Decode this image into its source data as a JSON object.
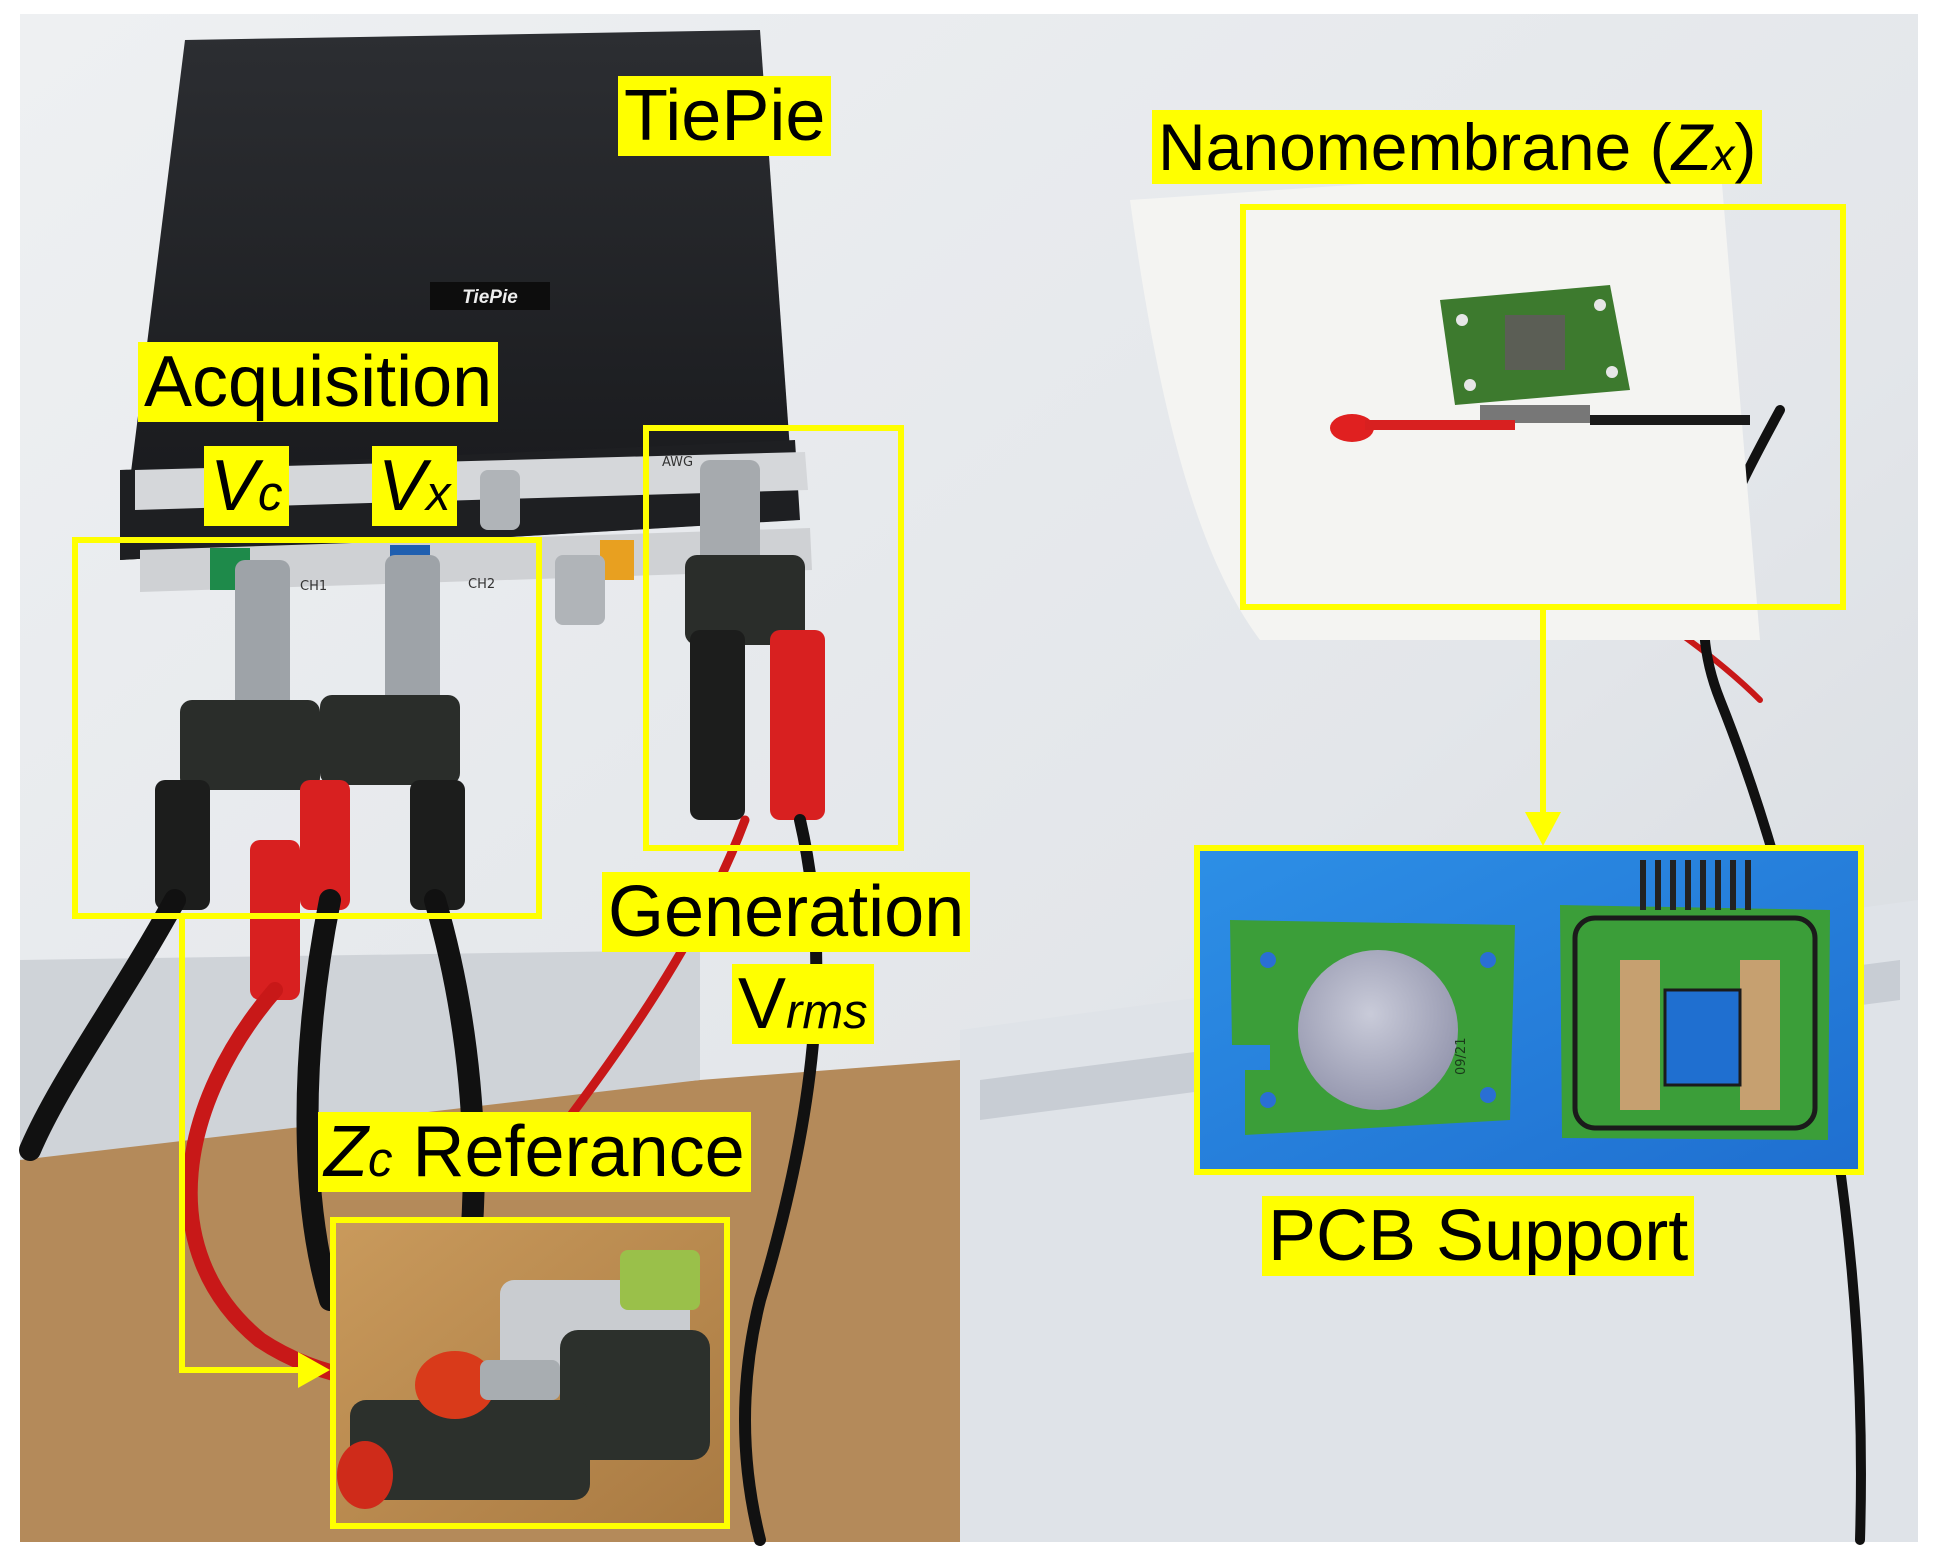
{
  "colors": {
    "label_bg": "#ffff00",
    "box_stroke": "#ffff00",
    "label_text": "#000000"
  },
  "labels": {
    "tiepie": "TiePie",
    "tiepie_logo": "TiePie",
    "nanomembrane_prefix": "Nanomembrane (",
    "nanomembrane_var": "Z",
    "nanomembrane_sub": "x",
    "nanomembrane_suffix": ")",
    "acquisition": "Acquisition",
    "vc_main": "V",
    "vc_sub": "c",
    "vx_main": "V",
    "vx_sub": "x",
    "generation": "Generation",
    "vrms_main": "V",
    "vrms_sub": "rms",
    "zc_main": "Z",
    "zc_sub": "c",
    "referance": "Referance",
    "pcb_support": "PCB Support"
  },
  "connector_labels": {
    "awg": "AWG",
    "ch1": "CH1",
    "ch2": "CH2",
    "pcb_date": "09/21"
  },
  "icons": {
    "arrow_zc": "arrow-right-icon",
    "arrow_pcb": "arrow-down-icon"
  }
}
